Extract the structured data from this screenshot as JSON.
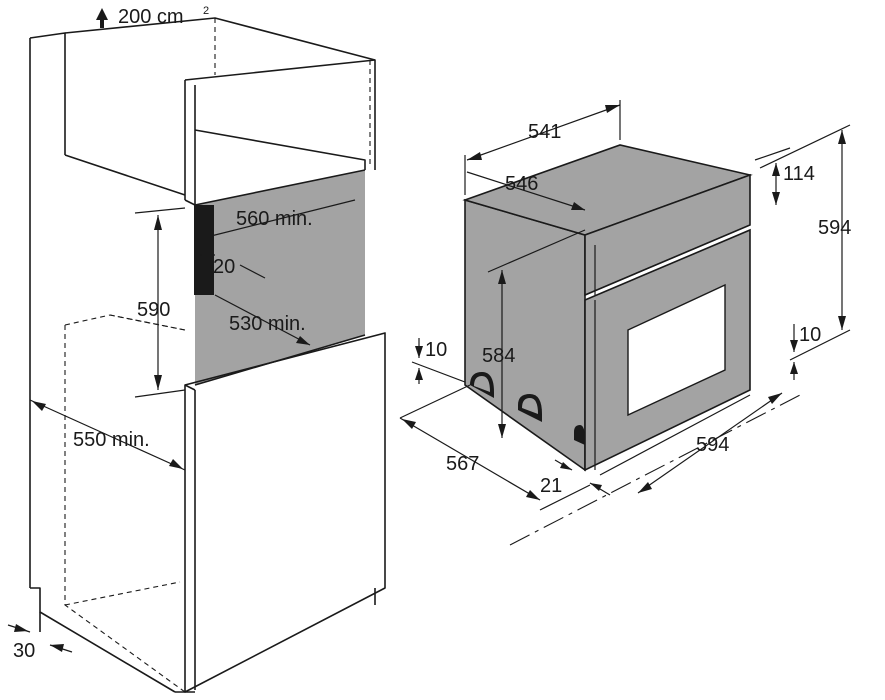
{
  "diagram": {
    "ventilation": {
      "value": "200 cm",
      "exponent": "2"
    },
    "cabinet": {
      "niche_width": "560 min.",
      "niche_depth": "530 min.",
      "gap": "20",
      "niche_height": "590",
      "cabinet_depth": "550 min.",
      "plinth": "30"
    },
    "oven": {
      "depth_top": "541",
      "depth_body": "546",
      "panel_height": "114",
      "total_height": "594",
      "front_height": "584",
      "foot_left": "10",
      "foot_right": "10",
      "depth_overall": "567",
      "door_thickness": "21",
      "width": "594"
    }
  }
}
